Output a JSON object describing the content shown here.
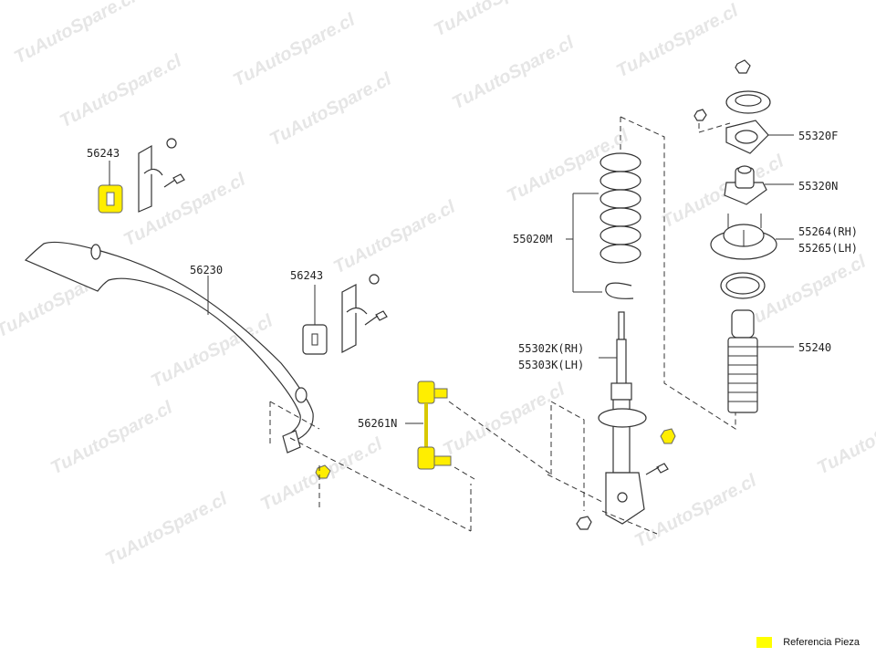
{
  "watermark": "TuAutoSpare.cl",
  "parts": {
    "bushing_left": "56243",
    "stabilizer_bar": "56230",
    "bushing_right": "56243",
    "stabilizer_link": "56261N",
    "coil_spring": "55020M",
    "strut_rh": "55302K(RH)",
    "strut_lh": "55303K(LH)",
    "mount_insulator_plate": "55320F",
    "mount_insulator": "55320N",
    "strut_mount_rh": "55264(RH)",
    "strut_mount_lh": "55265(LH)",
    "bound_bumper": "55240"
  },
  "legend": {
    "label": "Referencia Pieza",
    "color": "#ffff00"
  },
  "highlight_color": "#ffee00"
}
